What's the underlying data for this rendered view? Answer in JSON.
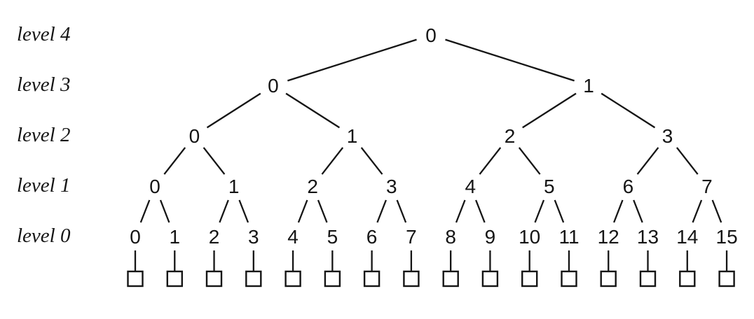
{
  "figure": {
    "type": "complete-binary-tree",
    "background_color": "#ffffff",
    "ink_color": "#151515",
    "levels": [
      {
        "level": 4,
        "label": "level 4",
        "nodes": [
          "0"
        ]
      },
      {
        "level": 3,
        "label": "level 3",
        "nodes": [
          "0",
          "1"
        ]
      },
      {
        "level": 2,
        "label": "level 2",
        "nodes": [
          "0",
          "1",
          "2",
          "3"
        ]
      },
      {
        "level": 1,
        "label": "level 1",
        "nodes": [
          "0",
          "1",
          "2",
          "3",
          "4",
          "5",
          "6",
          "7"
        ]
      },
      {
        "level": 0,
        "label": "level 0",
        "nodes": [
          "0",
          "1",
          "2",
          "3",
          "4",
          "5",
          "6",
          "7",
          "8",
          "9",
          "10",
          "11",
          "12",
          "13",
          "14",
          "15"
        ]
      }
    ],
    "leaf_squares_count": 16
  }
}
